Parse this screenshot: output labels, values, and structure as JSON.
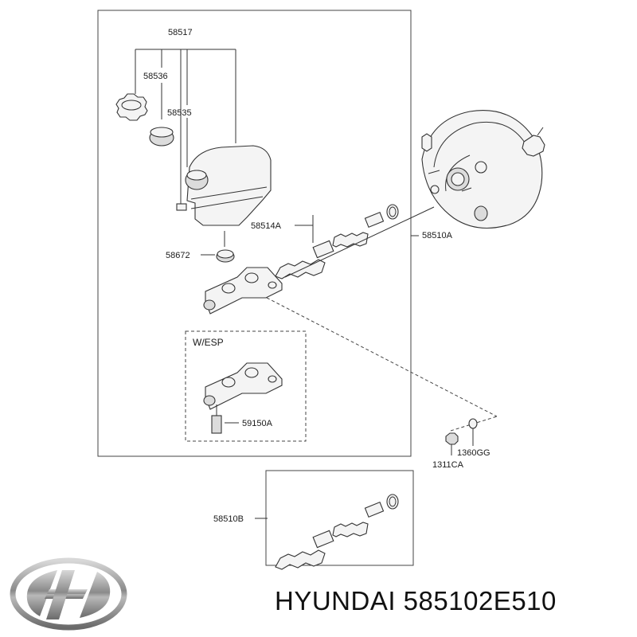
{
  "diagram": {
    "labels": {
      "p58517": "58517",
      "p58536": "58536",
      "p58535": "58535",
      "p58514A": "58514A",
      "p58510A": "58510A",
      "p58672": "58672",
      "wesp": "W/ESP",
      "p59150A": "59150A",
      "p1360GG": "1360GG",
      "p1311CA": "1311CA",
      "p58510B": "58510B"
    }
  },
  "caption": {
    "text": "HYUNDAI 585102E510"
  },
  "logo": {
    "icon": "hyundai-logo"
  }
}
